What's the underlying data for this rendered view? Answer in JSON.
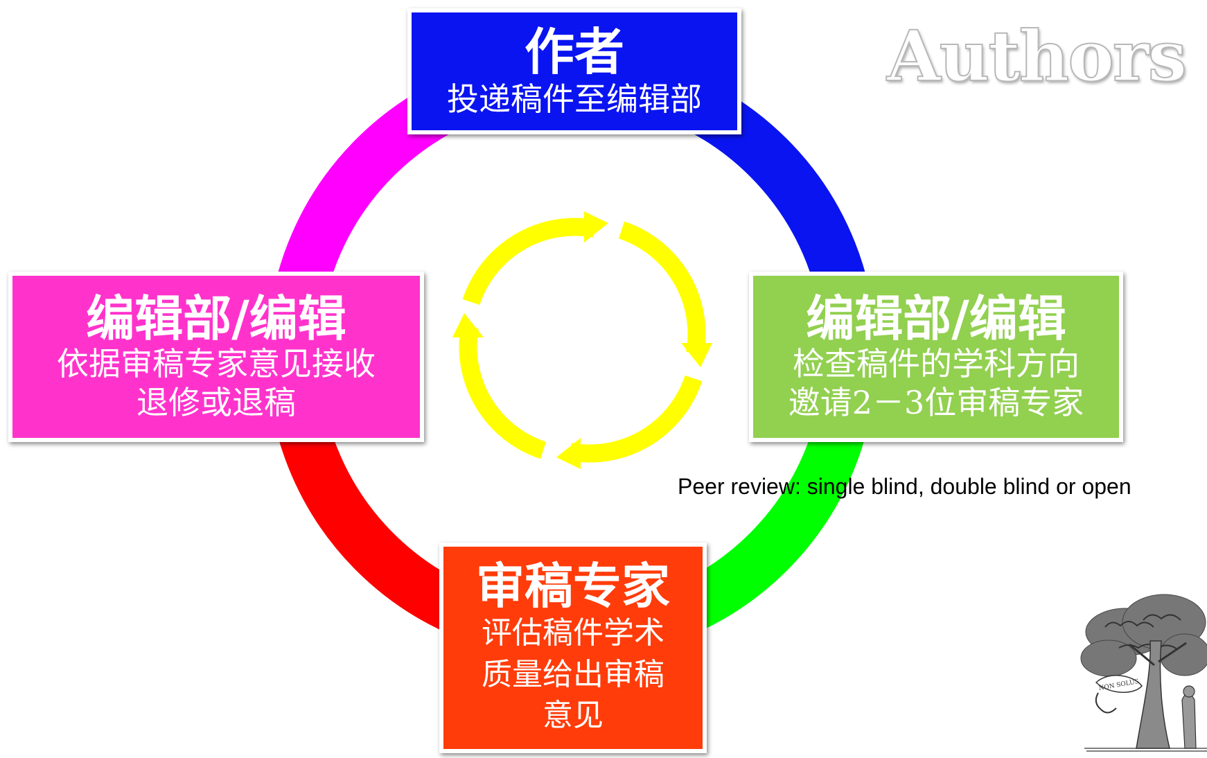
{
  "watermark": {
    "text": "Authors"
  },
  "boxes": {
    "authors": {
      "title": "作者",
      "lines": [
        "投递稿件至编辑部"
      ],
      "color": "#0a14f0"
    },
    "editor_right": {
      "title": "编辑部/编辑",
      "lines": [
        "检查稿件的学科方向",
        "邀请2－3位审稿专家"
      ],
      "color": "#92d050"
    },
    "reviewers": {
      "title": "审稿专家",
      "lines": [
        "评估稿件学术",
        "质量给出审稿",
        "意见"
      ],
      "color": "#ff3c0a"
    },
    "editor_left": {
      "title": "编辑部/编辑",
      "lines": [
        "依据审稿专家意见接收",
        "退修或退稿"
      ],
      "color": "#ff33cc"
    }
  },
  "note": {
    "text": "Peer review: single blind, double blind or open"
  },
  "ring_colors": {
    "top_right": "#0a14f0",
    "bottom_right": "#00ff00",
    "bottom_left": "#ff0000",
    "top_left": "#ff00ff"
  },
  "cycle_arrow_color": "#ffff00",
  "logo": {
    "icon": "elsevier-tree-logo",
    "motto": "NON SOLUS"
  }
}
